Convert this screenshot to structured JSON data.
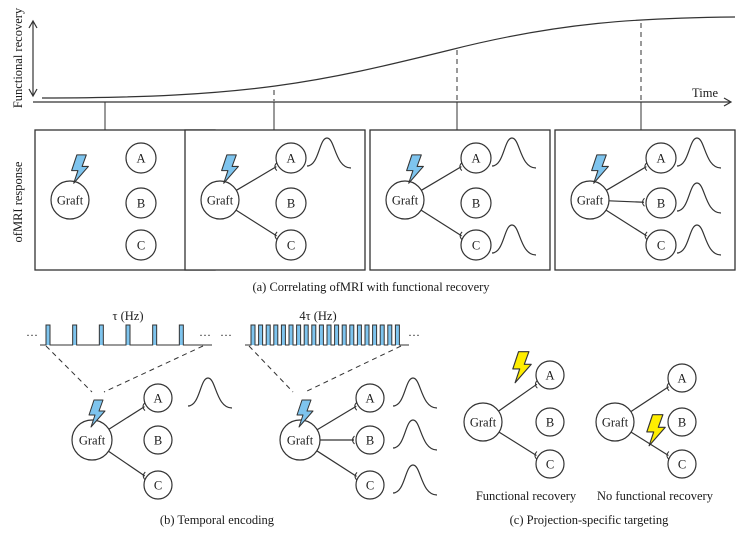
{
  "top_chart": {
    "ylabel": "Functional recovery",
    "xlabel": "Time",
    "side_label": "ofMRI response",
    "caption": "(a)  Correlating ofMRI with functional recovery"
  },
  "node_labels": {
    "graft": "Graft",
    "a": "A",
    "b": "B",
    "c": "C"
  },
  "panel_b": {
    "freq_1": "τ (Hz)",
    "freq_2": "4τ (Hz)",
    "ellipsis": "···",
    "caption": "(b)  Temporal encoding"
  },
  "panel_c": {
    "label_1": "Functional recovery",
    "label_2": "No functional recovery",
    "caption": "(c)  Projection-specific targeting"
  },
  "colors": {
    "blue_bolt": "#7ec4ee",
    "yellow_bolt": "#ffee00",
    "ink": "#333333"
  },
  "icons": [
    "lightning-bolt-icon",
    "axon-terminal-icon",
    "response-waveform-icon"
  ]
}
